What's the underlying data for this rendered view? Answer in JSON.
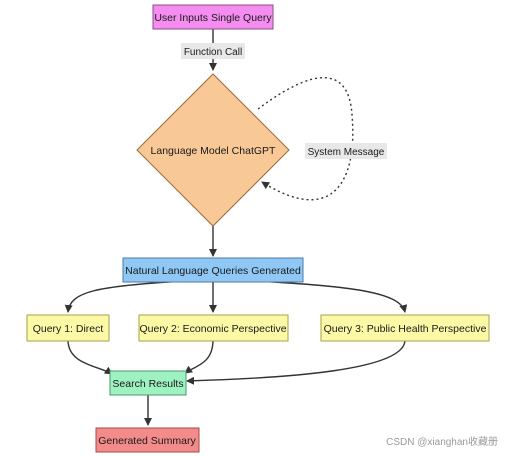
{
  "nodes": {
    "user_input": {
      "label": "User Inputs Single Query",
      "color": "#f58cf0"
    },
    "language_model": {
      "label": "Language Model ChatGPT",
      "color": "#f9c897"
    },
    "generated_queries": {
      "label": "Natural Language Queries Generated",
      "color": "#8fc7f5"
    },
    "query_direct": {
      "label": "Query 1: Direct",
      "color": "#fcf9a6"
    },
    "query_economic": {
      "label": "Query 2: Economic Perspective",
      "color": "#fcf9a6"
    },
    "query_public_health": {
      "label": "Query 3: Public Health Perspective",
      "color": "#fcf9a6"
    },
    "search_results": {
      "label": "Search Results",
      "color": "#9ef2c2"
    },
    "generated_summary": {
      "label": "Generated Summary",
      "color": "#f38b8b"
    }
  },
  "edges": {
    "function_call": "Function Call",
    "system_message": "System Message"
  },
  "watermark": "CSDN @xianghan收藏册"
}
